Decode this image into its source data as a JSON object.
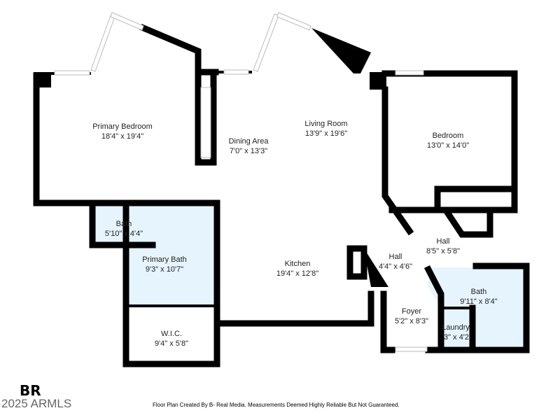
{
  "rooms": [
    {
      "name": "Primary Bedroom",
      "size": "18'4\" x 19'4\""
    },
    {
      "name": "Dining Area",
      "size": "7'0\" x 13'3\""
    },
    {
      "name": "Living Room",
      "size": "13'9\" x 19'6\""
    },
    {
      "name": "Bedroom",
      "size": "13'0\" x 14'0\""
    },
    {
      "name": "Bath",
      "size": "5'10\" x 4'4\""
    },
    {
      "name": "Primary Bath",
      "size": "9'3\" x 10'7\""
    },
    {
      "name": "Kitchen",
      "size": "19'4\" x 12'8\""
    },
    {
      "name": "Hall",
      "size": "8'5\" x 5'8\""
    },
    {
      "name": "Hall",
      "size": "4'4\" x 4'6\""
    },
    {
      "name": "Bath",
      "size": "9'11\" x 8'4\""
    },
    {
      "name": "Foyer",
      "size": "5'2\" x 8'3\""
    },
    {
      "name": "W.I.C.",
      "size": "9'4\" x 5'8\""
    },
    {
      "name": "Laundry",
      "size": "'3\" x 4'2"
    }
  ],
  "colors": {
    "wall": "#000000",
    "wet_area": "#e6f4fd"
  },
  "logo": {
    "mark": "BR",
    "text": "2025 ARMLS"
  },
  "footer": "Floor Plan Created By B- Real Media. Measurements Deemed Highly Reliable But Not Guaranteed."
}
